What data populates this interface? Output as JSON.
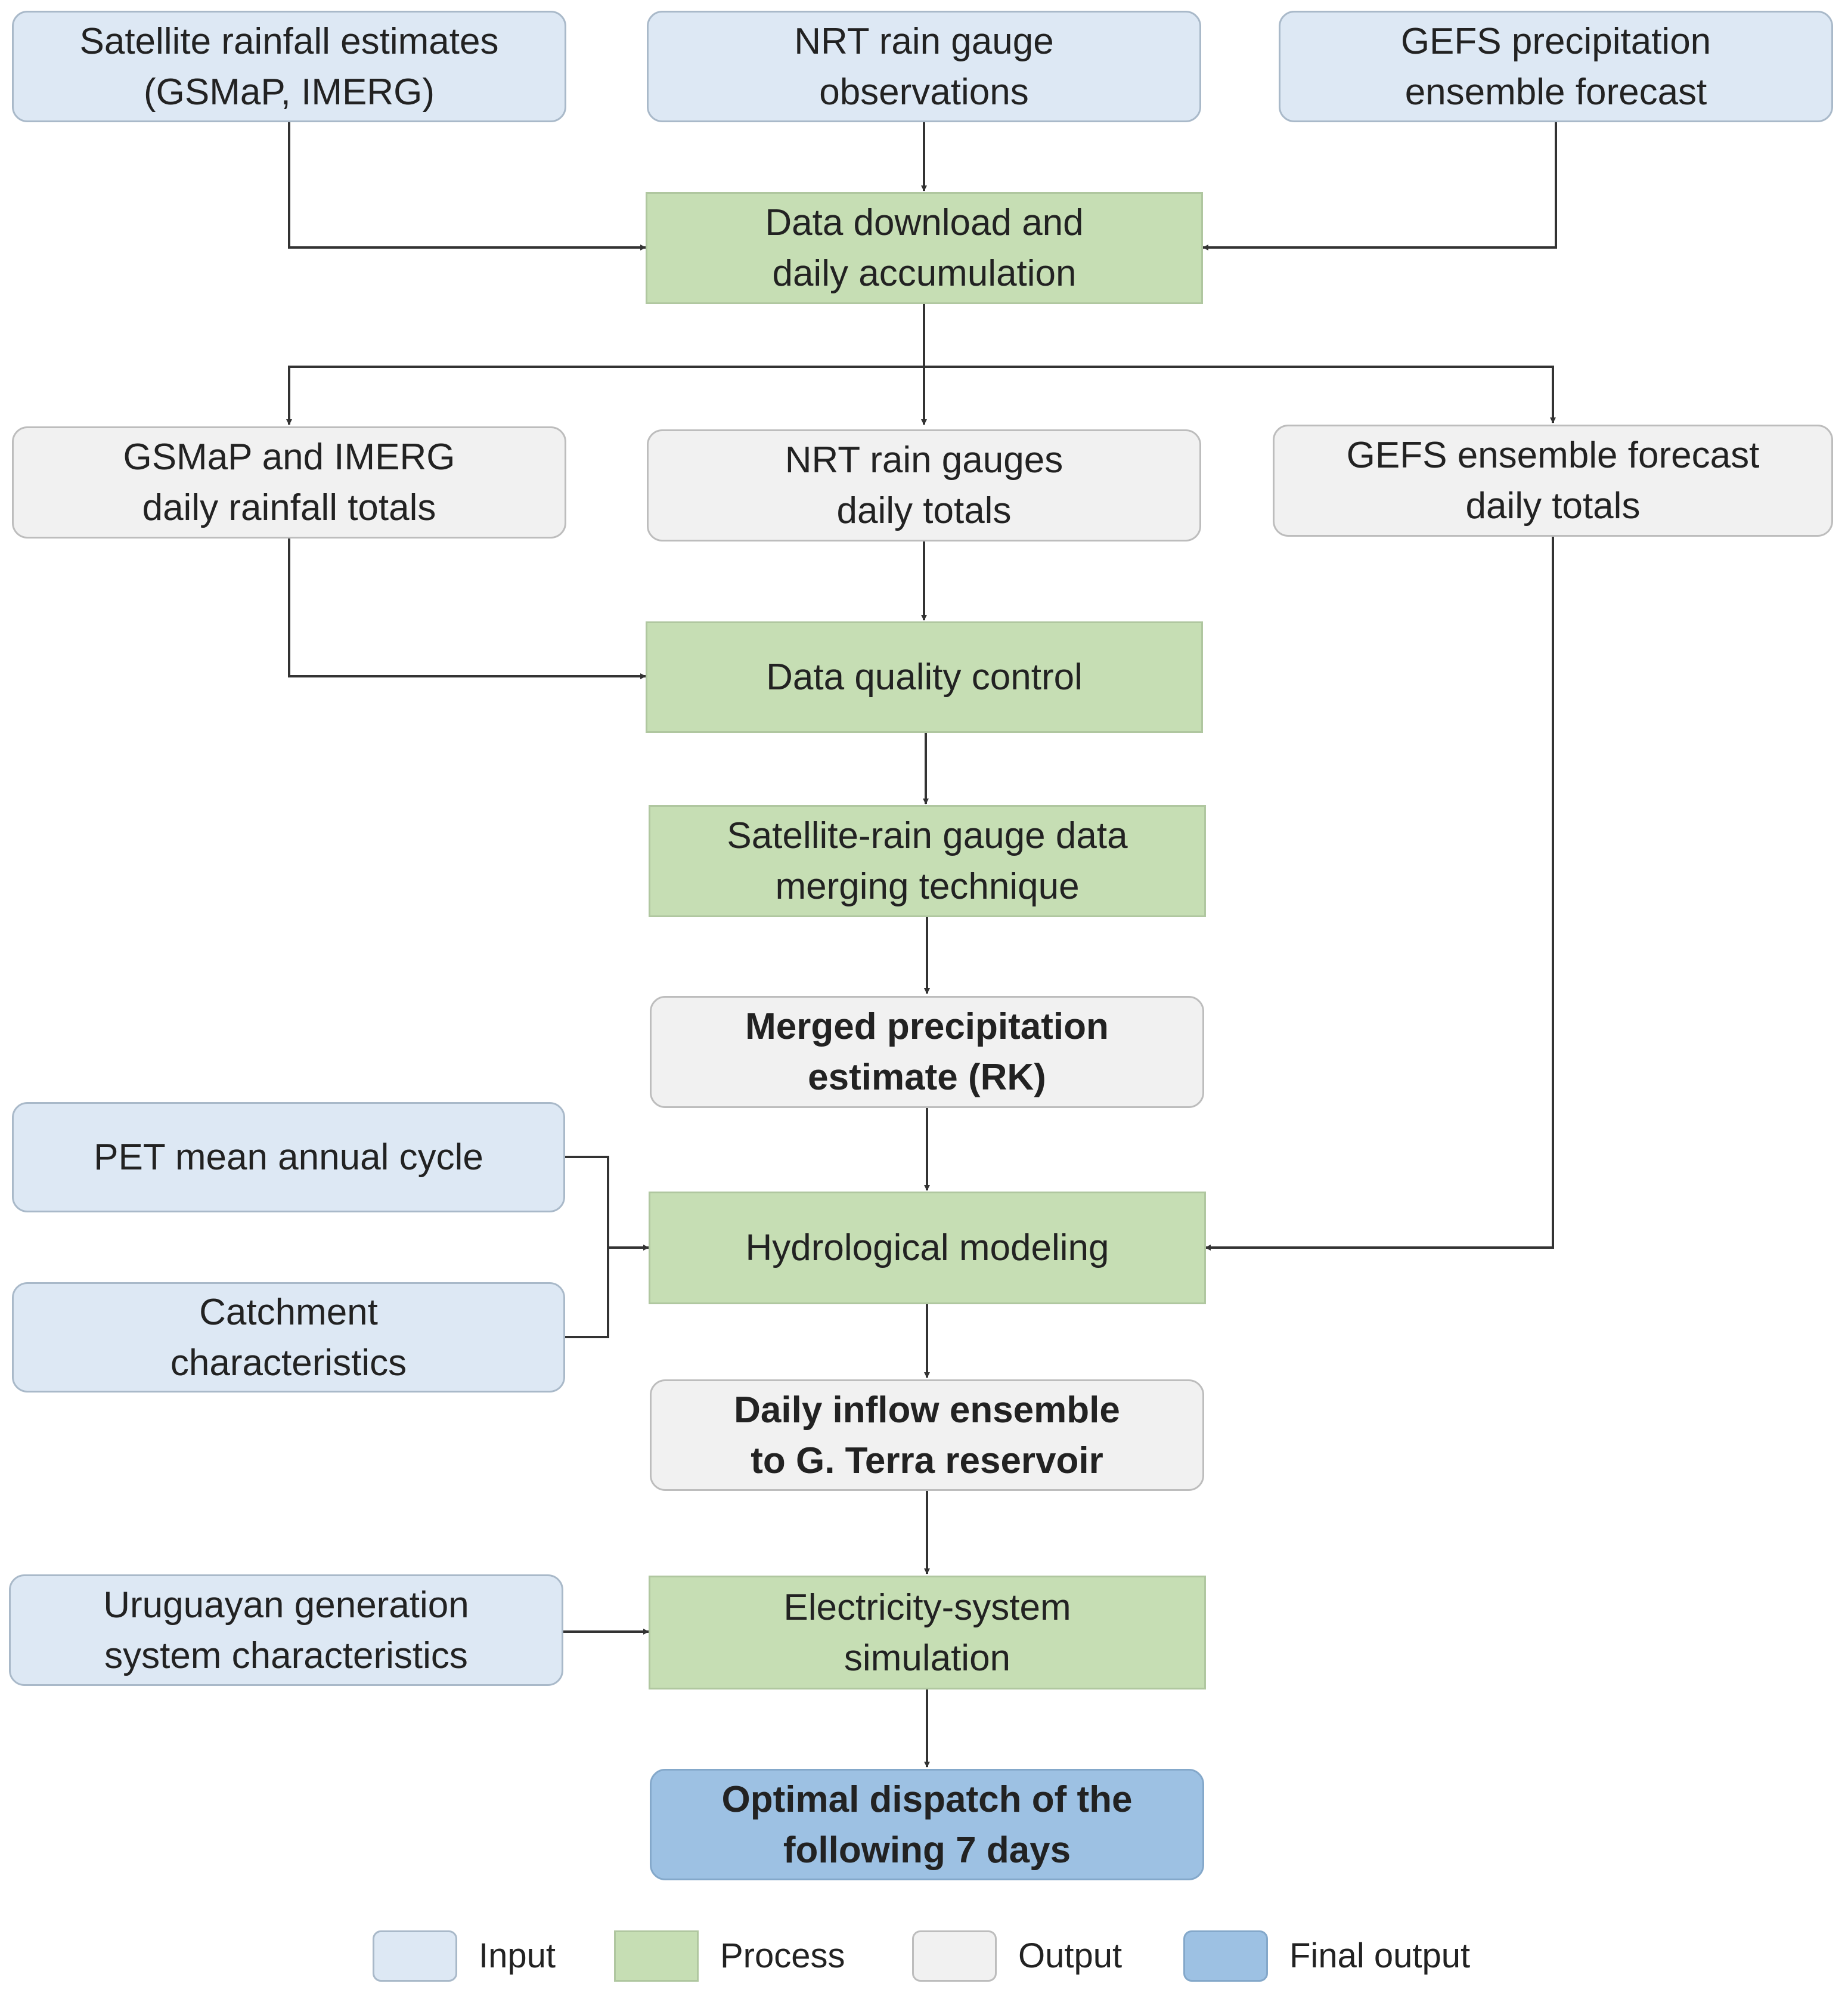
{
  "nodes": {
    "satellite_estimates": "Satellite rainfall estimates\n(GSMaP, IMERG)",
    "nrt_gauge_obs": "NRT rain gauge\nobservations",
    "gefs_forecast": "GEFS precipitation\nensemble forecast",
    "data_download": "Data download and\ndaily accumulation",
    "gsmap_imerg_totals": "GSMaP and IMERG\ndaily rainfall totals",
    "nrt_gauge_totals": "NRT rain gauges\ndaily totals",
    "gefs_totals": "GEFS ensemble forecast\ndaily totals",
    "quality_control": "Data quality control",
    "merging_technique": "Satellite-rain gauge data\nmerging technique",
    "merged_estimate": "Merged precipitation\nestimate (RK)",
    "pet_cycle": "PET mean annual cycle",
    "catchment": "Catchment\ncharacteristics",
    "hydrological_modeling": "Hydrological modeling",
    "daily_inflow": "Daily inflow ensemble\nto G. Terra reservoir",
    "uruguayan_system": "Uruguayan generation\nsystem characteristics",
    "electricity_simulation": "Electricity-system\nsimulation",
    "optimal_dispatch": "Optimal dispatch of the\nfollowing 7 days"
  },
  "legend": {
    "input": "Input",
    "process": "Process",
    "output": "Output",
    "final_output": "Final output"
  },
  "colors": {
    "input": "#dde8f4",
    "process": "#c6deb4",
    "output": "#f1f1f1",
    "final_output": "#9dc1e3",
    "connector": "#333333"
  }
}
